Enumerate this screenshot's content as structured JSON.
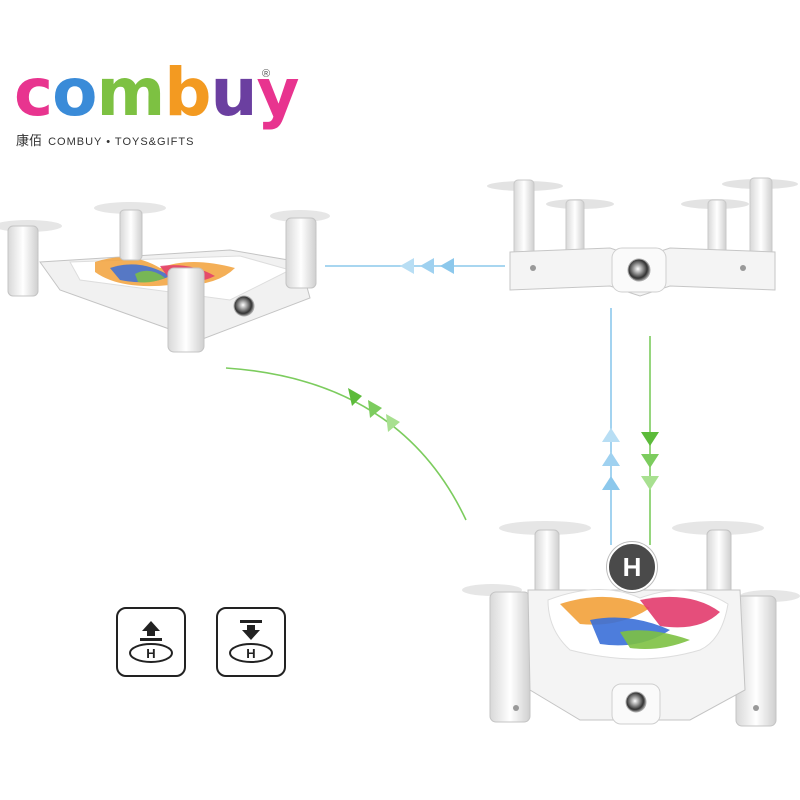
{
  "logo": {
    "wordmark_letters": [
      "c",
      "o",
      "m",
      "b",
      "u",
      "y"
    ],
    "registered": "®",
    "chinese": "康佰",
    "tagline": "COMBUY • TOYS&GIFTS"
  },
  "hover_badge": {
    "label": "H"
  },
  "controls": [
    {
      "name": "takeoff",
      "icon": "takeoff-icon"
    },
    {
      "name": "landing",
      "icon": "landing-icon"
    }
  ],
  "colors": {
    "blue_arrow": "#8cc8ec",
    "green_arrow": "#7ccc5e",
    "drone_body": "#f2f2f2"
  }
}
